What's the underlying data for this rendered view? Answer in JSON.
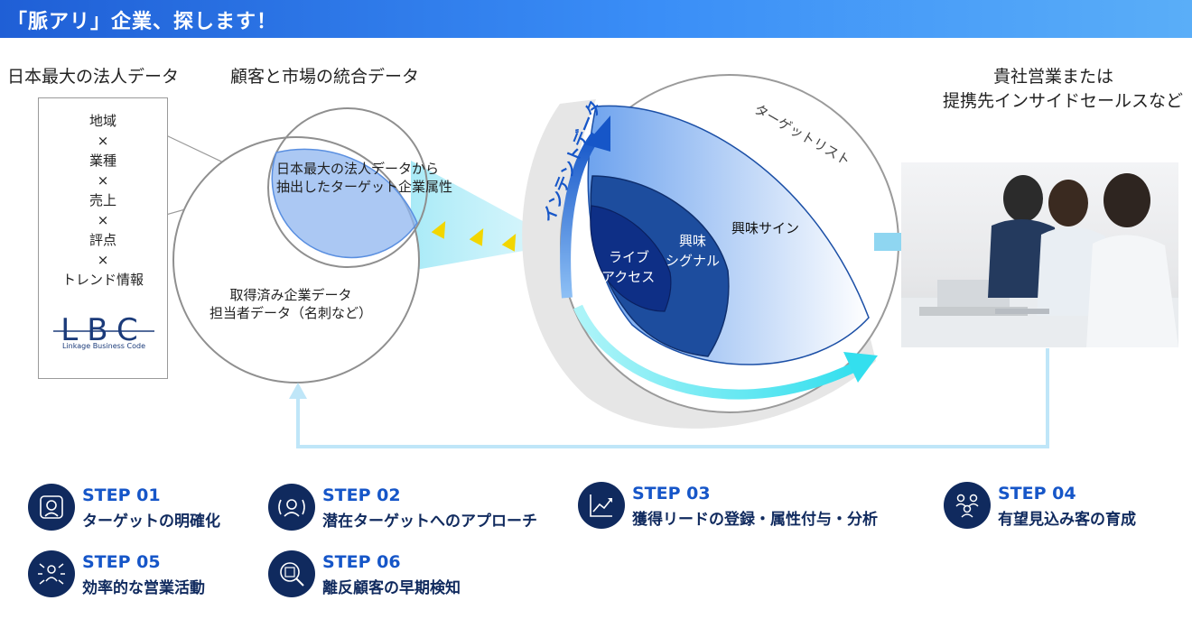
{
  "header": {
    "title": "「脈アリ」企業、探します！"
  },
  "labels": {
    "corporate_data": "日本最大の法人データ",
    "integrated_data": "顧客と市場の統合データ",
    "sales_line1": "貴社営業または",
    "sales_line2": "提携先インサイドセールスなど"
  },
  "attributes_box": {
    "items": [
      "地域",
      "×",
      "業種",
      "×",
      "売上",
      "×",
      "評点",
      "×",
      "トレンド情報"
    ],
    "logo_letters": "LBC",
    "logo_subtitle": "Linkage Business Code"
  },
  "venn": {
    "overlap_line1": "日本最大の法人データから",
    "overlap_line2": "抽出したターゲット企業属性",
    "customer_line1": "取得済み企業データ",
    "customer_line2": "担当者データ（名刺など）"
  },
  "target": {
    "list_label": "ターゲットリスト",
    "intent_label": "インテントデータ",
    "outer_label": "興味サイン",
    "middle_line1": "興味",
    "middle_line2": "シグナル",
    "inner_line1": "ライブ",
    "inner_line2": "アクセス"
  },
  "steps": [
    {
      "num": "STEP 01",
      "label": "ターゲットの明確化",
      "icon": "face-scan-icon"
    },
    {
      "num": "STEP 02",
      "label": "潜在ターゲットへのアプローチ",
      "icon": "broadcast-person-icon"
    },
    {
      "num": "STEP 03",
      "label": "獲得リードの登録・属性付与・分析",
      "icon": "trend-chart-icon"
    },
    {
      "num": "STEP 04",
      "label": "有望見込み客の育成",
      "icon": "people-network-icon"
    },
    {
      "num": "STEP 05",
      "label": "効率的な営業活動",
      "icon": "focus-person-icon"
    },
    {
      "num": "STEP 06",
      "label": "離反顧客の早期検知",
      "icon": "building-search-icon"
    }
  ],
  "colors": {
    "accent": "#1656c8",
    "navy": "#102a5e",
    "header": "#3a8ef7",
    "cyan": "#4fe3ef"
  }
}
